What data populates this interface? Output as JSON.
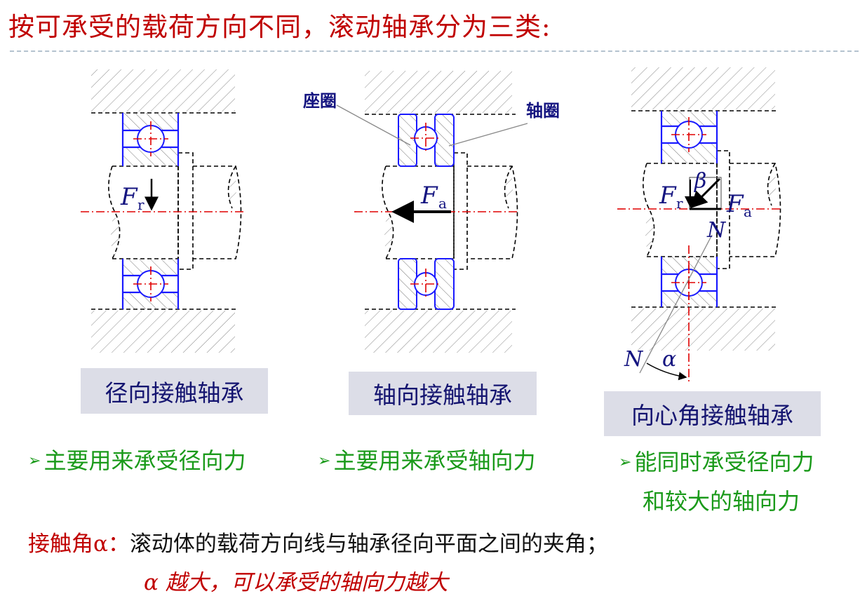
{
  "title": "按可承受的载荷方向不同，滚动轴承分为三类:",
  "diagrams": {
    "radial": {
      "force_label": "F",
      "force_sub": "r"
    },
    "thrust": {
      "force_label": "F",
      "force_sub": "a",
      "seat_ring_label": "座圈",
      "shaft_ring_label": "轴圈"
    },
    "angular": {
      "fr_label": "F",
      "fr_sub": "r",
      "fa_label": "F",
      "fa_sub": "a",
      "beta": "β",
      "alpha": "α",
      "n_upper": "N",
      "n_lower": "N"
    }
  },
  "categories": [
    {
      "name": "径向接触轴承",
      "bullet": "主要用来承受径向力"
    },
    {
      "name": "轴向接触轴承",
      "bullet": "主要用来承受轴向力"
    },
    {
      "name": "向心角接触轴承",
      "bullet": "能同时承受径向力",
      "bullet_cont": "和较大的轴向力"
    }
  ],
  "definition": {
    "term": "接触角α：",
    "text": "滚动体的载荷方向线与轴承径向平面之间的夹角；",
    "note": "α 越大，可以承受的轴向力越大"
  },
  "colors": {
    "title": "#c00000",
    "bearing": "#1a1aff",
    "centerline": "#e00000",
    "bullet": "#1a9a1a",
    "label_box": "#dcdde7"
  }
}
